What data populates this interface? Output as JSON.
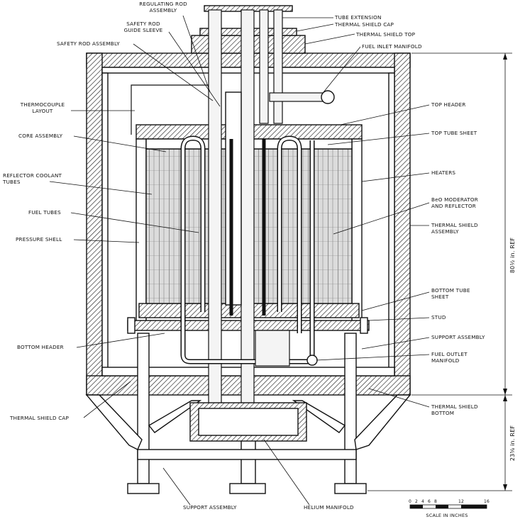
{
  "labels": {
    "regulating_rod": [
      "REGULATING ROD",
      "ASSEMBLY"
    ],
    "safety_rod_guide": [
      "SAFETY ROD",
      "GUIDE SLEEVE"
    ],
    "safety_rod_assembly": [
      "SAFETY ROD ASSEMBLY"
    ],
    "tube_extension": [
      "TUBE EXTENSION"
    ],
    "thermal_shield_cap_top": [
      "THERMAL SHIELD CAP"
    ],
    "thermal_shield_top": [
      "THERMAL SHIELD TOP"
    ],
    "fuel_inlet_manifold": [
      "FUEL INLET MANIFOLD"
    ],
    "thermocouple_layout": [
      "THERMOCOUPLE",
      "LAYOUT"
    ],
    "top_header": [
      "TOP HEADER"
    ],
    "core_assembly": [
      "CORE ASSEMBLY"
    ],
    "top_tube_sheet": [
      "TOP TUBE SHEET"
    ],
    "reflector_coolant_tubes": [
      "REFLECTOR COOLANT",
      "TUBES"
    ],
    "heaters": [
      "HEATERS"
    ],
    "fuel_tubes": [
      "FUEL TUBES"
    ],
    "beo_moderator": [
      "BeO MODERATOR",
      "AND REFLECTOR"
    ],
    "thermal_shield_assembly": [
      "THERMAL SHIELD",
      "ASSEMBLY"
    ],
    "pressure_shell": [
      "PRESSURE SHELL"
    ],
    "bottom_tube_sheet": [
      "BOTTOM TUBE",
      "SHEET"
    ],
    "stud": [
      "STUD"
    ],
    "support_assembly_right": [
      "SUPPORT ASSEMBLY"
    ],
    "bottom_header": [
      "BOTTOM HEADER"
    ],
    "fuel_outlet_manifold": [
      "FUEL OUTLET",
      "MANIFOLD"
    ],
    "thermal_shield_cap_bottom": [
      "THERMAL SHIELD CAP"
    ],
    "thermal_shield_bottom": [
      "THERMAL SHIELD",
      "BOTTOM"
    ],
    "support_assembly_bottom": [
      "SUPPORT ASSEMBLY"
    ],
    "helium_manifold": [
      "HELIUM MANIFOLD"
    ]
  },
  "dimensions": {
    "upper": "80½ in. REF",
    "lower": "23⅝ in. REF"
  },
  "scale": {
    "ticks": [
      "0",
      "2",
      "4",
      "6",
      "8",
      "12",
      "16"
    ],
    "caption": "SCALE IN INCHES"
  }
}
